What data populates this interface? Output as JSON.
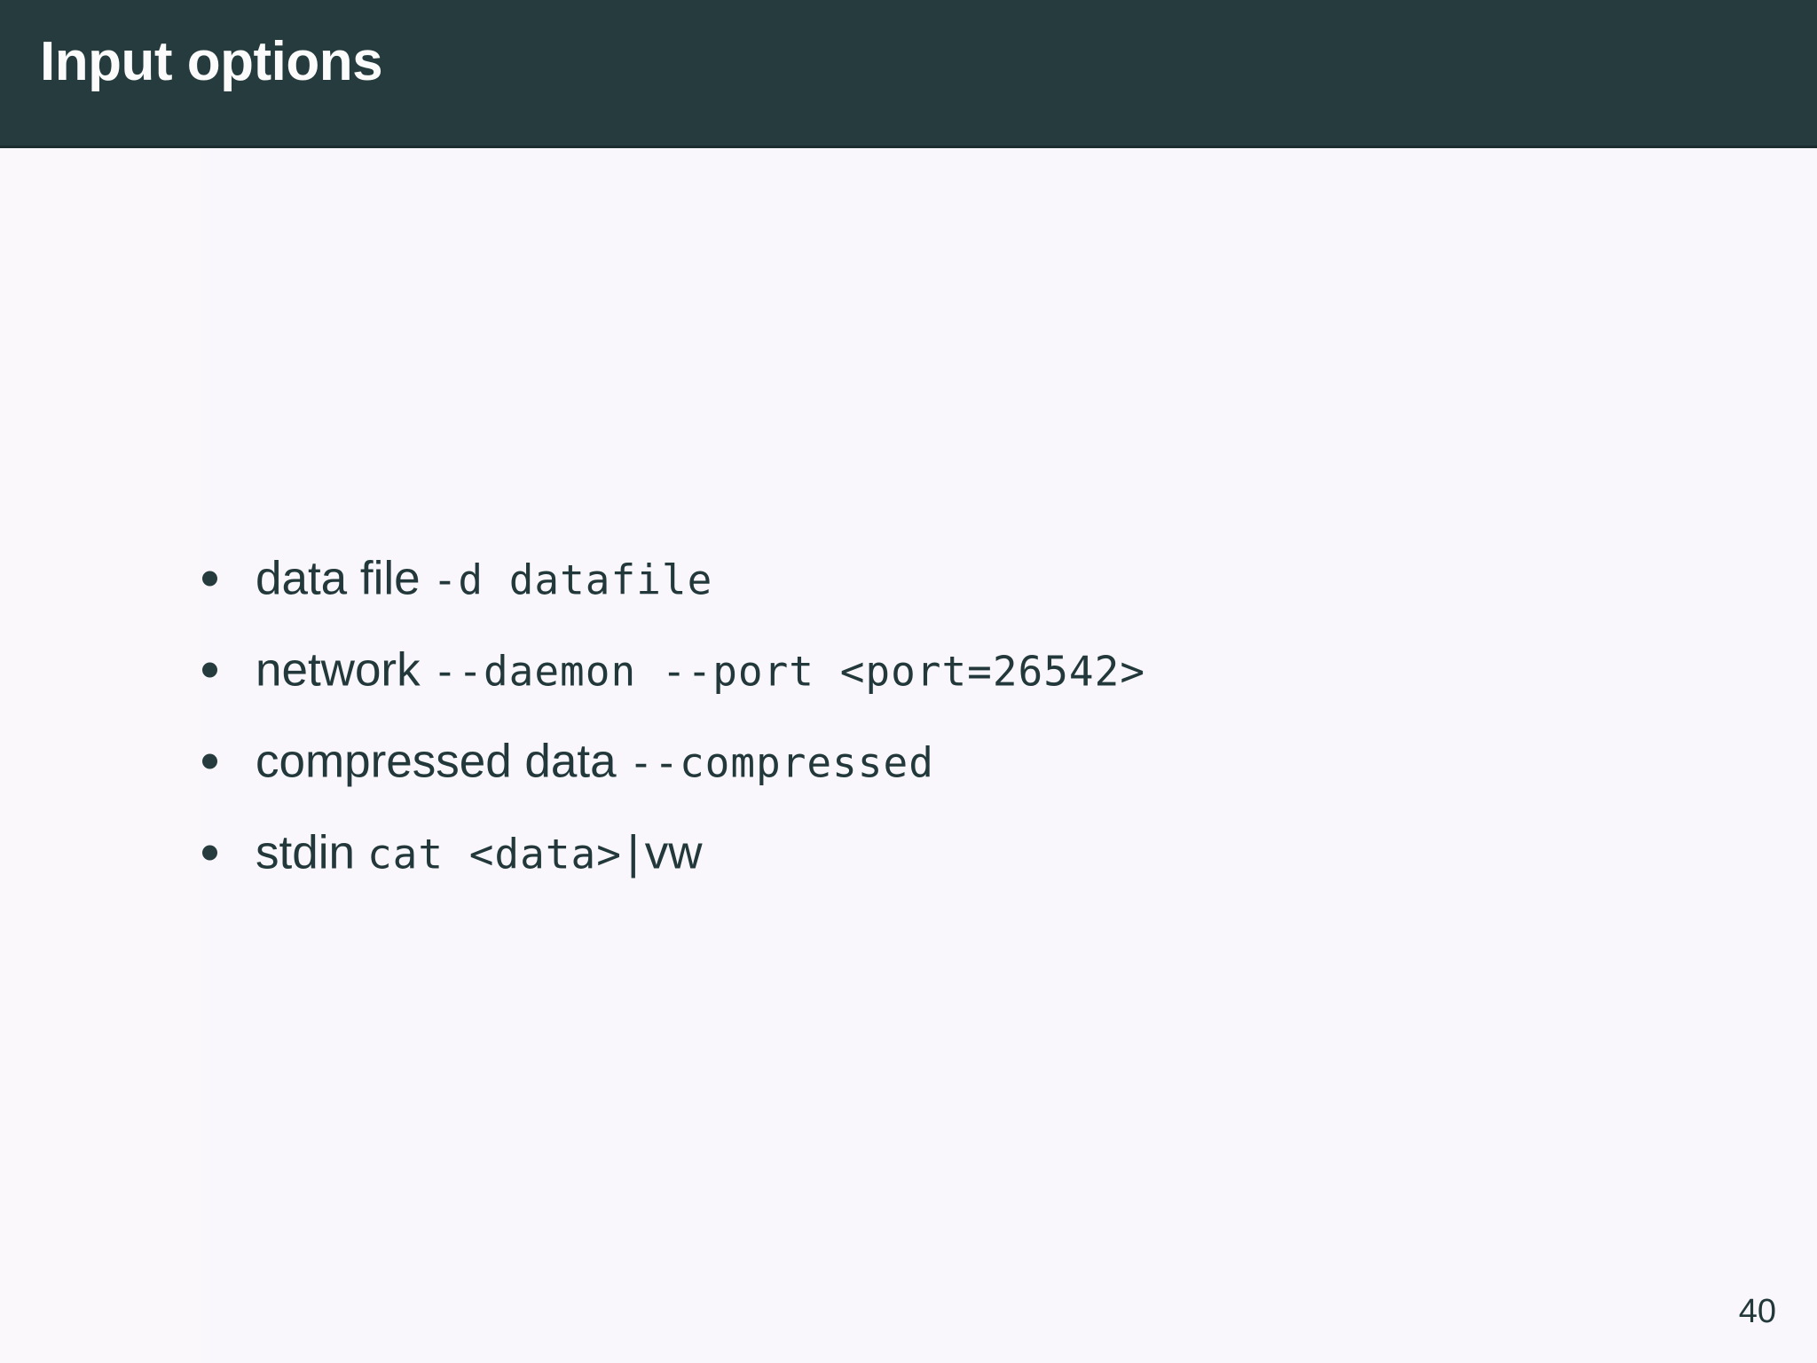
{
  "slide": {
    "title": "Input options",
    "page_number": "40",
    "header_color": "#253b3d",
    "background_color": "#faf8fa",
    "text_color": "#22383a",
    "title_color": "#fbfbfb"
  },
  "bullets": [
    {
      "marker": "bullet-dot",
      "label": "data file",
      "code": "-d datafile",
      "full_text": "data file -d datafile"
    },
    {
      "marker": "bullet-dot",
      "label": "network",
      "code": "--daemon --port <port=26542>",
      "full_text": "network --daemon --port <port=26542>"
    },
    {
      "marker": "bullet-dot",
      "label": "compressed data",
      "code": "--compressed",
      "full_text": "compressed data --compressed"
    },
    {
      "marker": "bullet-dot",
      "label": "stdin",
      "code": "cat <data>",
      "pipe": "|",
      "trailing": "vw",
      "full_text": "stdin cat <data> | vw"
    }
  ]
}
